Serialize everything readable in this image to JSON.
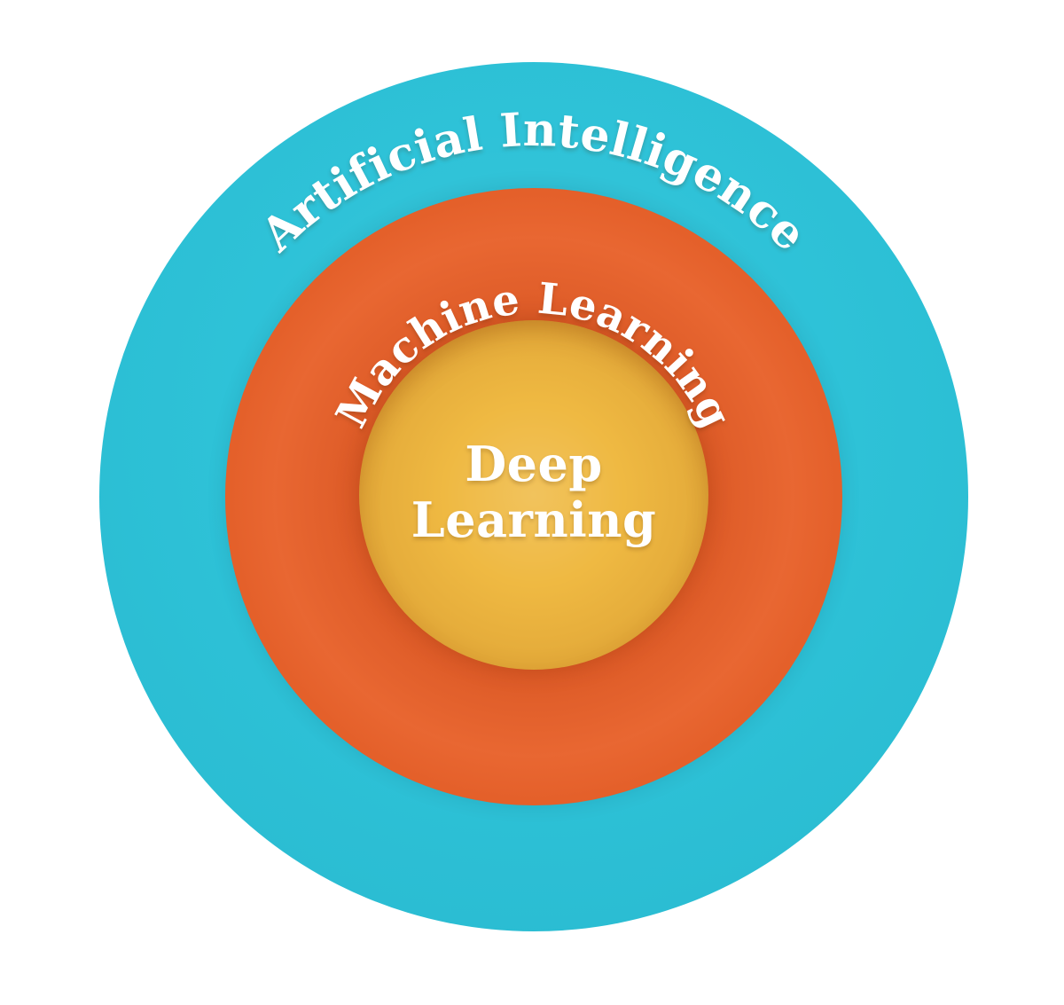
{
  "diagram": {
    "type": "nested-circles",
    "background_color": "#FFFFFF",
    "label_text_color": "#FFFFFF",
    "rings": [
      {
        "id": "artificial-intelligence",
        "level": 1,
        "label": "Artificial Intelligence",
        "color": "#2AC1D7"
      },
      {
        "id": "machine-learning",
        "level": 2,
        "label": "Machine Learning",
        "color": "#E8622B"
      },
      {
        "id": "deep-learning",
        "level": 3,
        "label": "Deep Learning",
        "label_lines": [
          "Deep",
          "Learning"
        ],
        "color": "#EFB942"
      }
    ]
  }
}
